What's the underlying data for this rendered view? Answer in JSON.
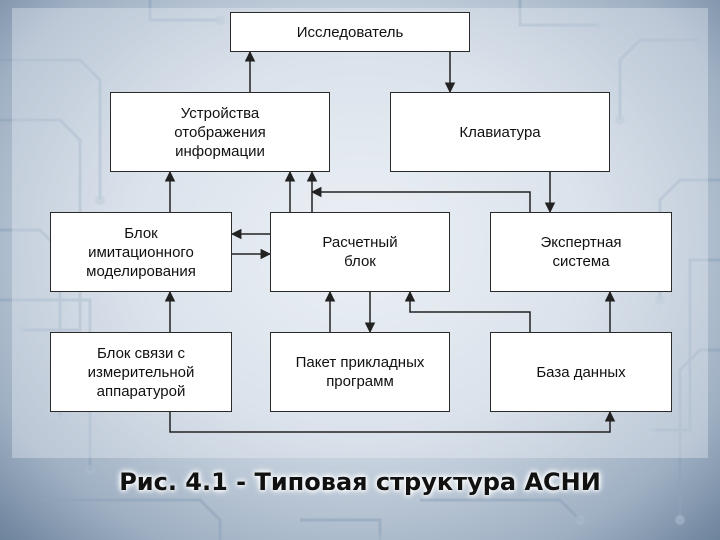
{
  "boxes": {
    "researcher": "Исследователь",
    "display": "Устройства\nотображения\nинформации",
    "keyboard": "Клавиатура",
    "simulation": "Блок\nимитационного\nмоделирования",
    "computing": "Расчетный\nблок",
    "expert": "Экспертная\nсистема",
    "interface": "Блок связи с\nизмерительной\nаппаратурой",
    "software": "Пакет прикладных\nпрограмм",
    "database": "База данных"
  },
  "caption": "Рис. 4.1 - Типовая структура АСНИ",
  "colors": {
    "line": "#222222",
    "box_fill": "#ffffff",
    "box_border": "#2b2b2b"
  }
}
